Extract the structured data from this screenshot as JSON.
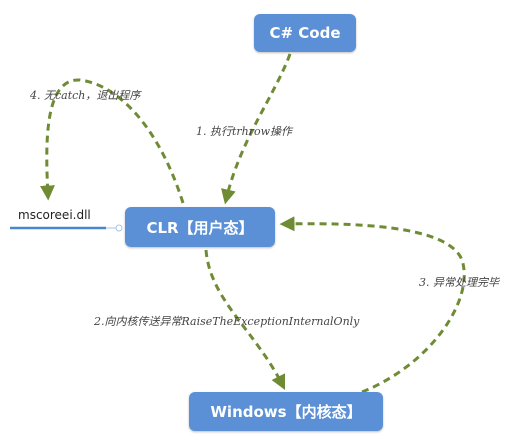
{
  "nodes": {
    "csharp": "C# Code",
    "clr": "CLR【用户态】",
    "windows": "Windows【内核态】"
  },
  "leaf": {
    "label": "mscoreei.dll"
  },
  "edges": {
    "step1": "1. 执行trhrow操作",
    "step2": "2.向内核传送异常RaiseTheExceptionInternalOnly",
    "step3": "3. 异常处理完毕",
    "step4": "4. 无catch，退出程序"
  },
  "colors": {
    "node_fill": "#5b8fd6",
    "arrow": "#6f8c35",
    "leaf_line": "#4a86d0"
  }
}
